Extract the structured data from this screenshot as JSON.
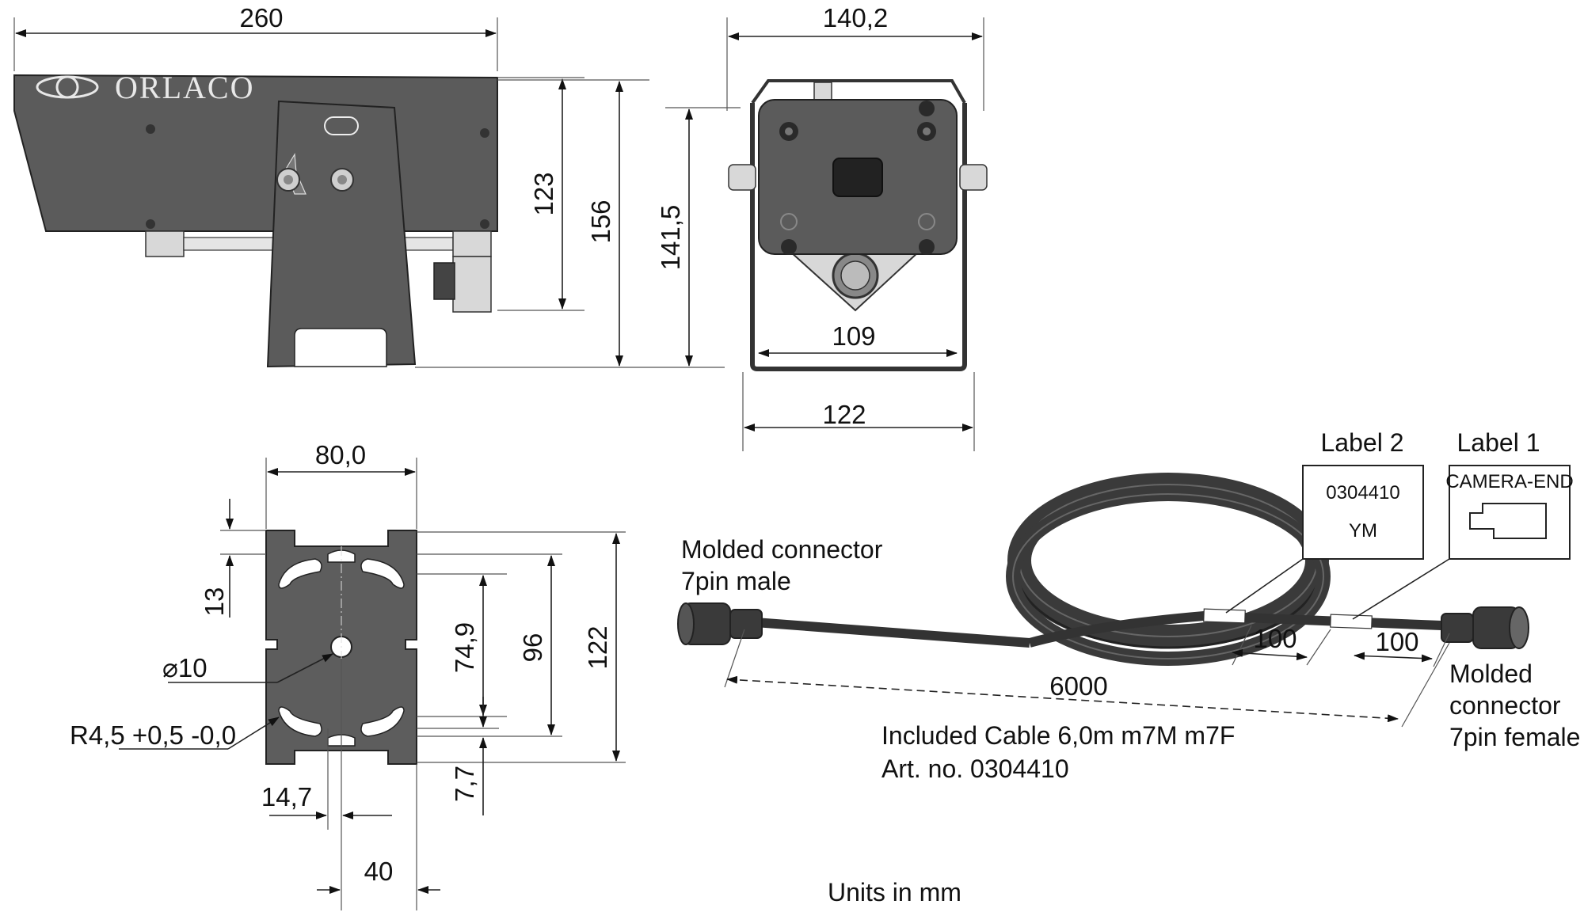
{
  "brand": {
    "logo_text": "ORLACO"
  },
  "dimensions": {
    "width_260": "260",
    "width_140": "140,2",
    "height_123": "123",
    "height_156": "156",
    "height_141": "141,5",
    "width_109": "109",
    "width_122_front": "122",
    "plate_width": "80,0",
    "plate_13": "13",
    "plate_74": "74,9",
    "plate_96": "96",
    "plate_122": "122",
    "plate_hole": "⌀10",
    "plate_radius": "R4,5 +0,5 -0,0",
    "plate_14": "14,7",
    "plate_7": "7,7",
    "plate_40": "40"
  },
  "cable": {
    "male_connector_line1": "Molded connector",
    "male_connector_line2": "7pin male",
    "female_connector_line1": "Molded",
    "female_connector_line2": "connector",
    "female_connector_line3": "7pin female",
    "label2_title": "Label 2",
    "label2_number": "0304410",
    "label2_code": "YM",
    "label1_title": "Label 1",
    "label1_text": "CAMERA-END",
    "dim_100_a": "100",
    "dim_100_b": "100",
    "dim_6000": "6000",
    "included_line1": "Included Cable 6,0m m7M m7F",
    "included_line2": "Art. no. 0304410"
  },
  "footer": {
    "units": "Units in mm"
  }
}
